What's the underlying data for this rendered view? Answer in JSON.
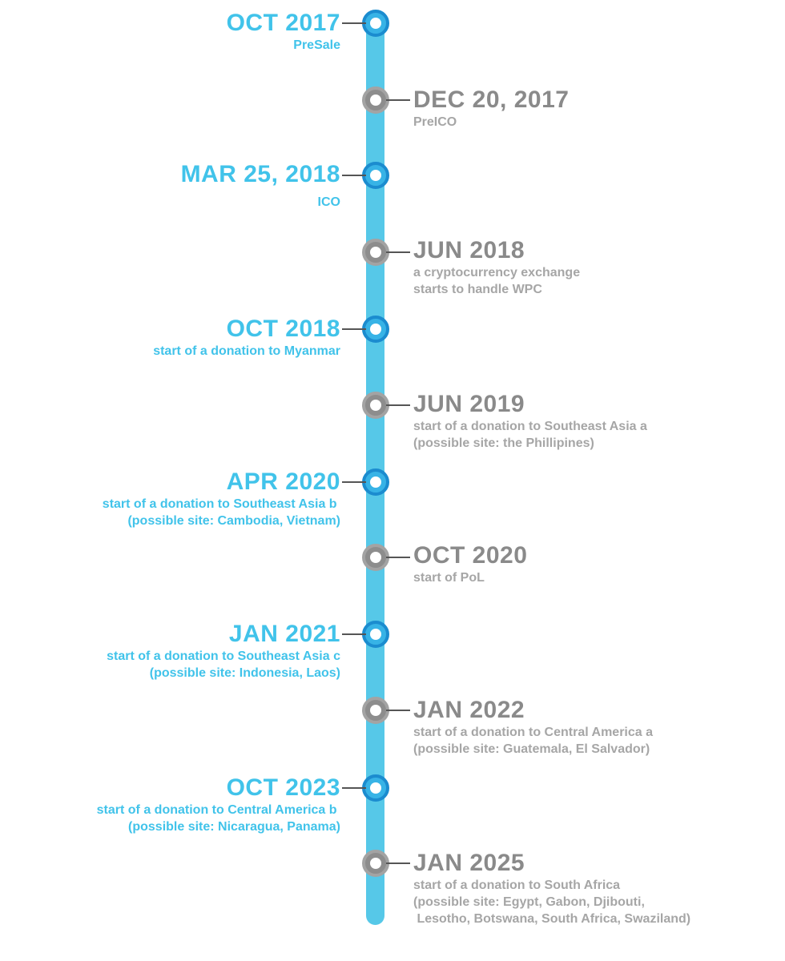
{
  "milestones": [
    {
      "date": "OCT 2017",
      "desc": "PreSale"
    },
    {
      "date": "DEC 20, 2017",
      "desc": "PreICO"
    },
    {
      "date": "MAR 25, 2018",
      "desc": "ICO"
    },
    {
      "date": "JUN 2018",
      "desc": "a cryptocurrency exchange\nstarts to handle WPC"
    },
    {
      "date": "OCT 2018",
      "desc": "start of a donation to Myanmar"
    },
    {
      "date": "JUN 2019",
      "desc": "start of a donation to Southeast Asia a\n(possible site: the Phillipines)"
    },
    {
      "date": "APR 2020",
      "desc": "start of a donation to Southeast Asia b \n(possible site: Cambodia, Vietnam)"
    },
    {
      "date": "OCT 2020",
      "desc": "start of PoL"
    },
    {
      "date": "JAN 2021",
      "desc": "start of a donation to Southeast Asia c\n(possible site: Indonesia, Laos)"
    },
    {
      "date": "JAN 2022",
      "desc": "start of a donation to Central America a\n(possible site: Guatemala, El Salvador)"
    },
    {
      "date": "OCT 2023",
      "desc": "start of a donation to Central America b \n(possible site: Nicaragua, Panama)"
    },
    {
      "date": "JAN 2025",
      "desc": "start of a donation to South Africa\n(possible site: Egypt, Gabon, Djibouti,\n Lesotho, Botswana, South Africa, Swaziland)"
    }
  ]
}
